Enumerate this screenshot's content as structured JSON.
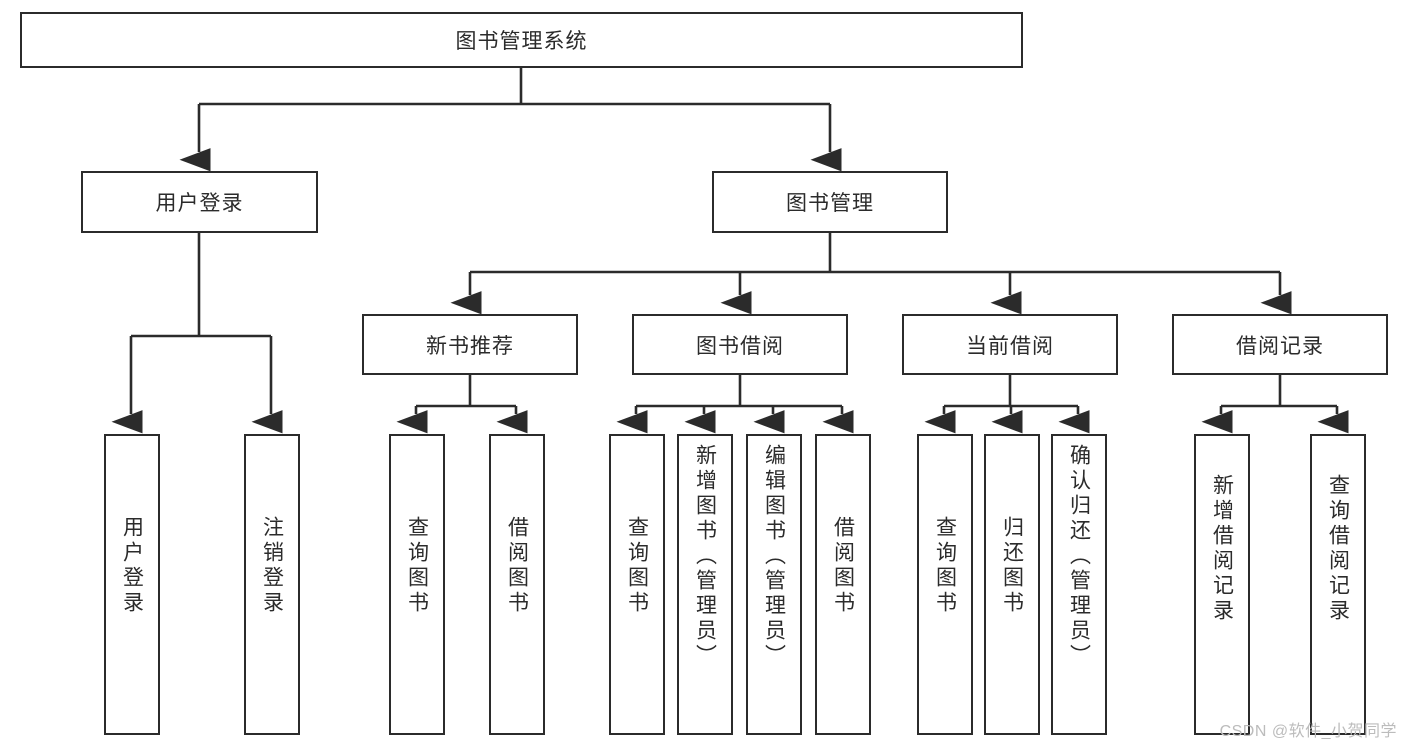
{
  "diagram": {
    "type": "tree-hierarchy",
    "title": "图书管理系统",
    "root": {
      "id": "root",
      "label": "图书管理系统",
      "orientation": "horizontal"
    },
    "level1": [
      {
        "id": "user-login",
        "label": "用户登录",
        "orientation": "horizontal"
      },
      {
        "id": "book-management",
        "label": "图书管理",
        "orientation": "horizontal"
      }
    ],
    "level2": [
      {
        "id": "new-book-recommend",
        "label": "新书推荐",
        "orientation": "horizontal"
      },
      {
        "id": "book-borrow",
        "label": "图书借阅",
        "orientation": "horizontal"
      },
      {
        "id": "current-borrow",
        "label": "当前借阅",
        "orientation": "horizontal"
      },
      {
        "id": "borrow-record",
        "label": "借阅记录",
        "orientation": "horizontal"
      }
    ],
    "leaves": {
      "user-login": [
        {
          "id": "leaf-user-login",
          "label": "用户登录"
        },
        {
          "id": "leaf-user-logout",
          "label": "注销登录"
        }
      ],
      "new-book-recommend": [
        {
          "id": "leaf-query-book-1",
          "label": "查询图书"
        },
        {
          "id": "leaf-borrow-book-1",
          "label": "借阅图书"
        }
      ],
      "book-borrow": [
        {
          "id": "leaf-query-book-2",
          "label": "查询图书"
        },
        {
          "id": "leaf-add-book-admin",
          "label": "新增图书（管理员）"
        },
        {
          "id": "leaf-edit-book-admin",
          "label": "编辑图书（管理员）"
        },
        {
          "id": "leaf-borrow-book-2",
          "label": "借阅图书"
        }
      ],
      "current-borrow": [
        {
          "id": "leaf-query-book-3",
          "label": "查询图书"
        },
        {
          "id": "leaf-return-book",
          "label": "归还图书"
        },
        {
          "id": "leaf-confirm-return-admin",
          "label": "确认归还（管理员）"
        }
      ],
      "borrow-record": [
        {
          "id": "leaf-add-borrow-record",
          "label": "新增借阅记录"
        },
        {
          "id": "leaf-query-borrow-record",
          "label": "查询借阅记录"
        }
      ]
    },
    "watermark": "CSDN @软件_小贺同学",
    "colors": {
      "stroke": "#2b2b2b",
      "fill": "#ffffff",
      "text": "#2b2b2b",
      "watermark": "#bcbcbc"
    }
  }
}
